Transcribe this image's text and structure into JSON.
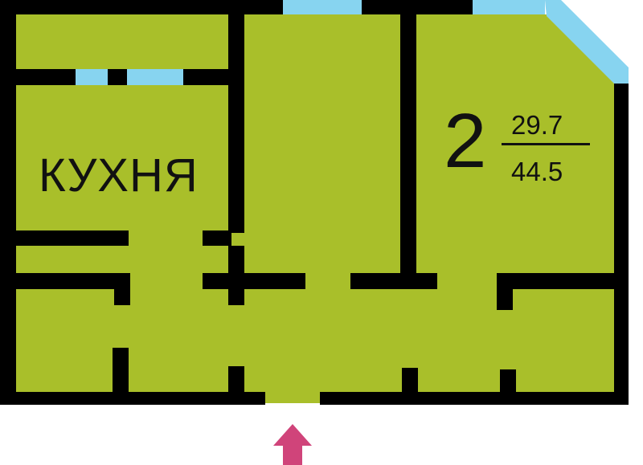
{
  "plan": {
    "kitchen_label": "КУХНЯ",
    "rooms_count": "2",
    "living_area": "29.7",
    "total_area": "44.5"
  },
  "colors": {
    "floor": "#a9bf2a",
    "walls": "#000000",
    "windows": "#87d4f0",
    "entrance_arrow": "#d0447a",
    "background": "#ffffff"
  },
  "icons": {
    "entrance": "arrow-up-icon"
  }
}
